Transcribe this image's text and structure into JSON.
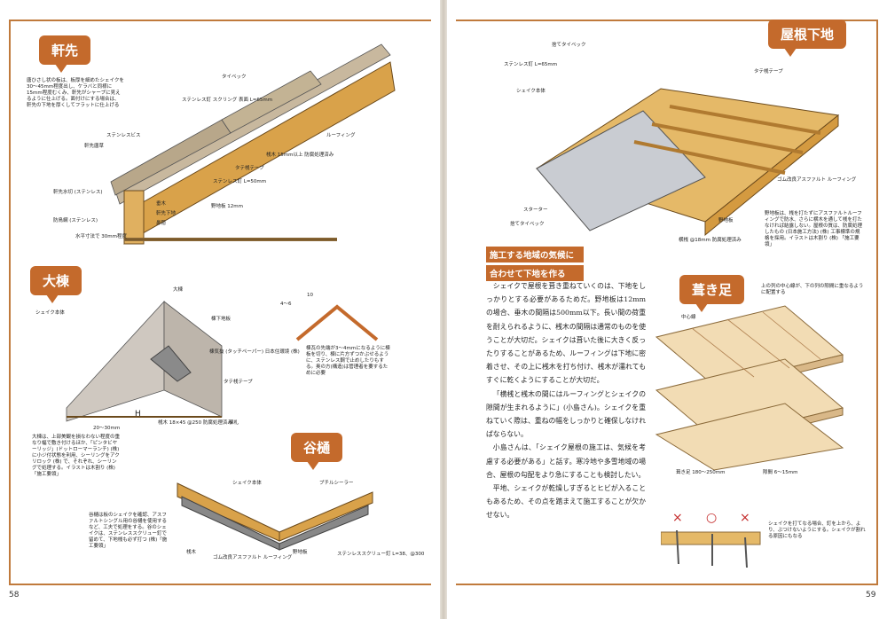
{
  "pages": {
    "left_number": "58",
    "right_number": "59"
  },
  "sections": {
    "eaves": {
      "title": "軒先",
      "note": "唐ひさし状の板は、板厚を細めたシェイクを30～45mm程度出し、ケラバと同様に15mm程度むくみ、軒先がシャープに見えるように仕上げる。面付けにする場合は、軒先の下地を厚くしてフラットに仕上げる",
      "labels": [
        "タイベック",
        "ステンレス釘 スクリング 表面 L=65mm",
        "ルーフィング",
        "ステンレスビス",
        "軒先唐草",
        "桟木 15mm以上 防腐処理済み",
        "タテ桟テープ",
        "ステンレス釘 L=50mm",
        "軒先水切 (ステンレス)",
        "野地板 12mm",
        "防鳥網 (ステンレス)",
        "垂木",
        "軒先下地",
        "鼻隠",
        "水平寸法で 30mm程度"
      ]
    },
    "ridge": {
      "title": "大棟",
      "labels": [
        "大棟",
        "シェイク本体",
        "棟下地板",
        "棟気抜 (タッチペーパー) 日本住環境 (株)",
        "タテ桟テープ",
        "棟札",
        "桟木 18×45 @250 防腐処理済み",
        "20～30mm",
        "H",
        "4～6",
        "10"
      ],
      "note_left": "大棟は、上部美観を損なわない程度の重なり幅で敷き付けるほか、「ピンタビヤーリッジ」(ドットローマーランチ) (株) に小ジ付状態を利用、シーリングをアクリロック (株) で、それぞれ、シーリングで処理する。イラストは木割り (株)「施工要領」",
      "note_right": "棟瓦の先端が3～4mmになるように棟板を切り、棟に片方ずつかぶせるように、ステンレス鋼で止めしたりもする。奥の方(構造)は管理者を要するために必要"
    },
    "valley": {
      "title": "谷樋",
      "labels": [
        "シェイク本体",
        "ブチルシーラー",
        "桟木",
        "ゴム改良アスファルト ルーフィング",
        "野地板",
        "ステンレススクリュー釘 L=38、@300"
      ],
      "note": "谷樋は板のシェイクを確認、アスファルトシングル用の谷樋を使用するなど、工夫で処理をする。谷のシェイクは、ステンレススクリュー釘で留めて、下地桟も必ず打つ (株)「施工要領」"
    },
    "roof_base": {
      "title": "屋根下地",
      "labels": [
        "捨てタイベック",
        "ステンレス釘 L=65mm",
        "シェイク本体",
        "タテ桟テープ",
        "ゴム改良アスファルト ルーフィング",
        "スターター",
        "捨てタイベック",
        "野地板",
        "横桟 @18mm 防腐処理済み"
      ],
      "note": "野地板は、桟を打たずにアスファルトルーフィングで防水、さらに横木を通して桟を打たなければ結露しない。屋根の質は、防腐処理したもの (日本施工方法) (株) 工事標準の規格を採用。イラストは木割り (株) 「施工要領」"
    },
    "spacing": {
      "title": "葺き足",
      "labels": [
        "上の列の中心線が、下の列の隙間に重なるように配置する",
        "中心線",
        "葺き足 180～250mm",
        "隙間 6～15mm"
      ],
      "symbols": [
        "×",
        "○",
        "×"
      ],
      "nail_note": "シェイクを打てなる場合、釘を上から、より、ぶつけないようにする。シェイクが割れる原因にもなる"
    }
  },
  "article": {
    "heading_lines": [
      "施工する地域の気候に",
      "合わせて下地を作る"
    ],
    "paragraphs": [
      "シェイクで屋根を葺き重ねていくのは、下地をしっかりとする必要があるためだ。野地板は12mmの場合、垂木の間隔は500mm以下。長い間の荷重を耐えられるように、桟木の間隔は通常のものを使うことが大切だ。シェイクは葺いた後に大きく反ったりすることがあるため、ルーフィングは下地に密着させ、その上に桟木を打ち付け、桟木が濡れてもすぐに乾くようにすることが大切だ。",
      "「横桟と桟木の間にはルーフィングとシェイクの隙間が生まれるように」(小島さん)。シェイクを重ねていく際は、重ねの幅をしっかりと確保しなければならない。",
      "小島さんは、「シェイク屋根の施工は、気候を考慮する必要がある」と話す。寒冷地や多雪地域の場合、屋根の勾配をより急にすることも検討したい。",
      "平地、シェイクが乾燥しすぎるとヒビが入ることもあるため、その点を踏まえて施工することが欠かせない。"
    ]
  }
}
